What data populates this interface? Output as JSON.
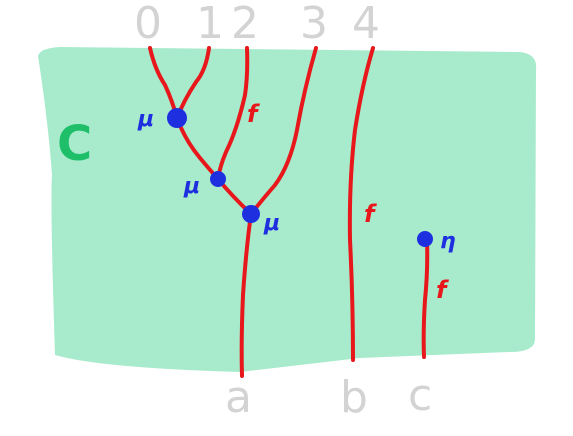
{
  "colors": {
    "region_fill": "#a8ebcc",
    "region_label": "#1fbf6a",
    "wire": "#e8171b",
    "node": "#1e2fe0",
    "node_label": "#1e2fe0",
    "f_label": "#e8171b",
    "boundary_label": "#d3d3d3"
  },
  "region": {
    "label": "C"
  },
  "inputs": [
    "0",
    "1",
    "2",
    "3",
    "4"
  ],
  "outputs": [
    "a",
    "b",
    "c"
  ],
  "nodes": [
    {
      "name": "mu-node-1",
      "label": "μ"
    },
    {
      "name": "mu-node-2",
      "label": "μ"
    },
    {
      "name": "mu-node-3",
      "label": "μ"
    },
    {
      "name": "eta-node",
      "label": "η"
    }
  ],
  "wire_labels": [
    "f",
    "f",
    "f"
  ]
}
